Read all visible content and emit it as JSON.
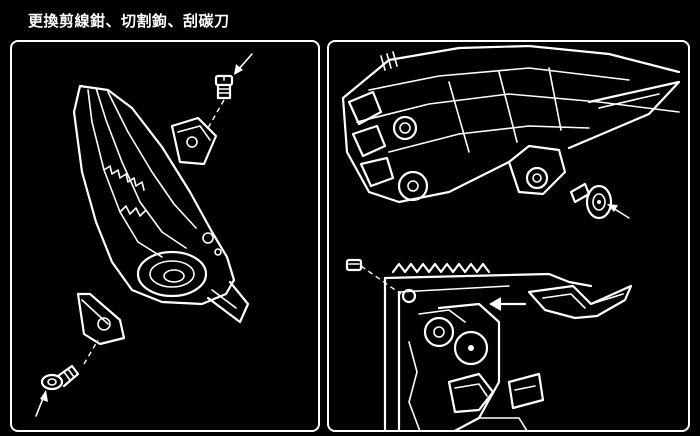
{
  "title": "更換剪線鉗、切割鉤、刮碳刀",
  "colors": {
    "background": "#000000",
    "line": "#ffffff"
  },
  "panels": {
    "left": "plier-head-cutter-replacement",
    "right_top": "multitool-body-screw-assembly",
    "right_bottom": "carbon-scraper-insert"
  }
}
